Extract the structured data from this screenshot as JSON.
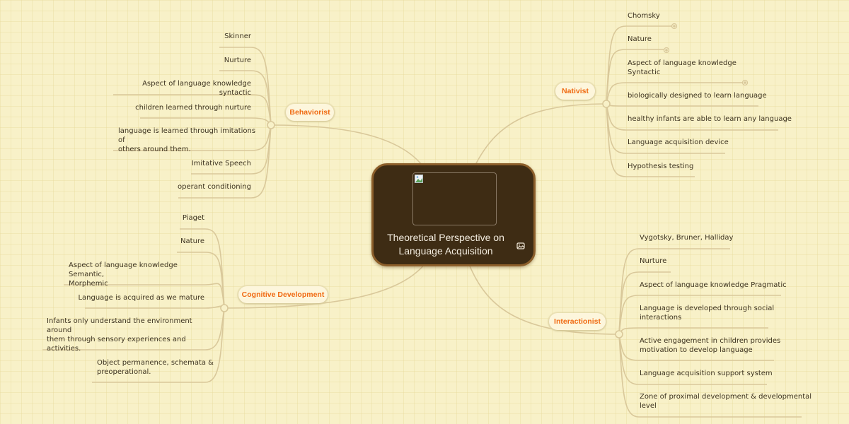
{
  "central_topic": {
    "title": "Theoretical Perspective on\nLanguage Acquisition",
    "image": "broken-image-placeholder",
    "icon": "image-icon",
    "background_color": "#3e2c14",
    "border_color": "#8c5f2b",
    "text_color": "#f3ecdf"
  },
  "theme": {
    "background_color": "#f8f1c8",
    "branch_text_color": "#f06a12",
    "branch_fill": "#fdf6dc",
    "line_color": "#d9c89a",
    "leaf_text_color": "#3d3320"
  },
  "branches": [
    {
      "label": "Behaviorist",
      "side": "left",
      "children": [
        "Skinner",
        "Nurture",
        "Aspect of language knowledge syntactic",
        "children learned through nurture",
        "language is learned through imitations of\nothers around them.",
        "Imitative Speech",
        "operant conditioning"
      ]
    },
    {
      "label": "Nativist",
      "side": "right",
      "children": [
        "Chomsky",
        "Nature",
        "Aspect of language knowledge\nSyntactic",
        "biologically designed to learn language",
        "healthy infants are able to learn any language",
        "Language acquisition device",
        "Hypothesis testing"
      ]
    },
    {
      "label": "Cognitive Development",
      "side": "left",
      "children": [
        "Piaget",
        "Nature",
        "Aspect of language knowledge Semantic,\nMorphemic",
        "Language is acquired as we mature",
        "Infants only understand the environment around\nthem through sensory experiences and\nactivities.",
        "Object permanence, schemata &\npreoperational."
      ]
    },
    {
      "label": "Interactionist",
      "side": "right",
      "children": [
        "Vygotsky, Bruner, Halliday",
        "Nurture",
        "Aspect of language knowledge Pragmatic",
        "Language is developed through social\ninteractions",
        "Active engagement in children provides\nmotivation to develop language",
        "Language acquisition support system",
        "Zone of proximal development & developmental\nlevel"
      ]
    }
  ]
}
